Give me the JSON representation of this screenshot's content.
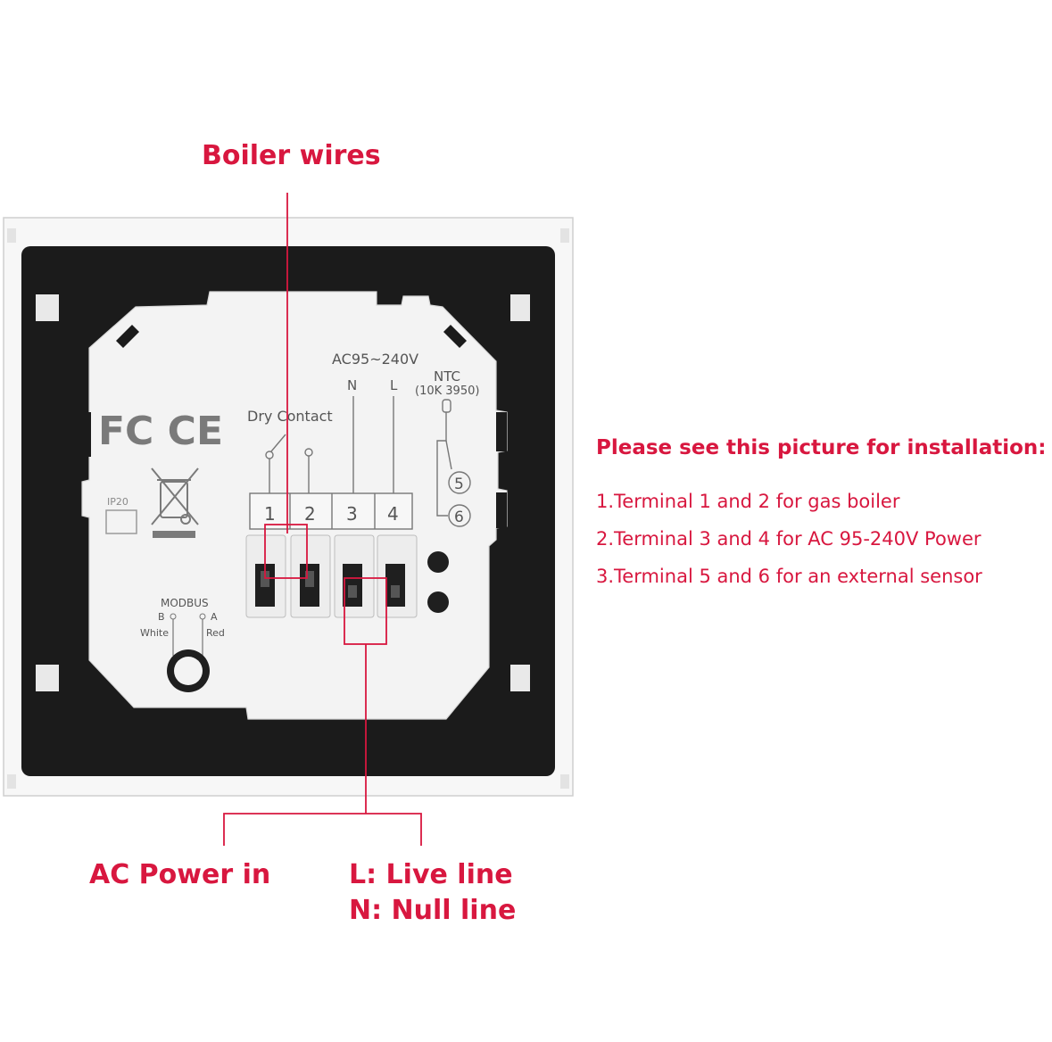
{
  "callouts": {
    "boiler_wires": "Boiler wires",
    "ac_power_in": "AC Power in",
    "live_line": "L: Live line",
    "null_line": "N: Null line"
  },
  "instructions": {
    "heading": "Please see this picture for installation:",
    "steps": [
      "1.Terminal 1 and 2 for gas boiler",
      "2.Terminal 3 and 4 for AC 95-240V Power",
      "3.Terminal 5 and 6 for an external sensor"
    ]
  },
  "device": {
    "voltage_label": "AC95~240V",
    "n_label": "N",
    "l_label": "L",
    "ntc_label": "NTC",
    "ntc_spec": "(10K 3950)",
    "dry_contact_label": "Dry  Contact",
    "certification_mark": "FC CE",
    "ip_rating": "IP20",
    "modbus_label": "MODBUS",
    "modbus_b": "B",
    "modbus_a": "A",
    "modbus_white": "White",
    "modbus_red": "Red",
    "terminals": [
      "1",
      "2",
      "3",
      "4"
    ],
    "sensor_terminals": [
      "5",
      "6"
    ]
  },
  "colors": {
    "accent": "#d8173f",
    "frame": "#1b1b1b",
    "module": "#f3f3f3",
    "plate": "#f7f7f7"
  }
}
